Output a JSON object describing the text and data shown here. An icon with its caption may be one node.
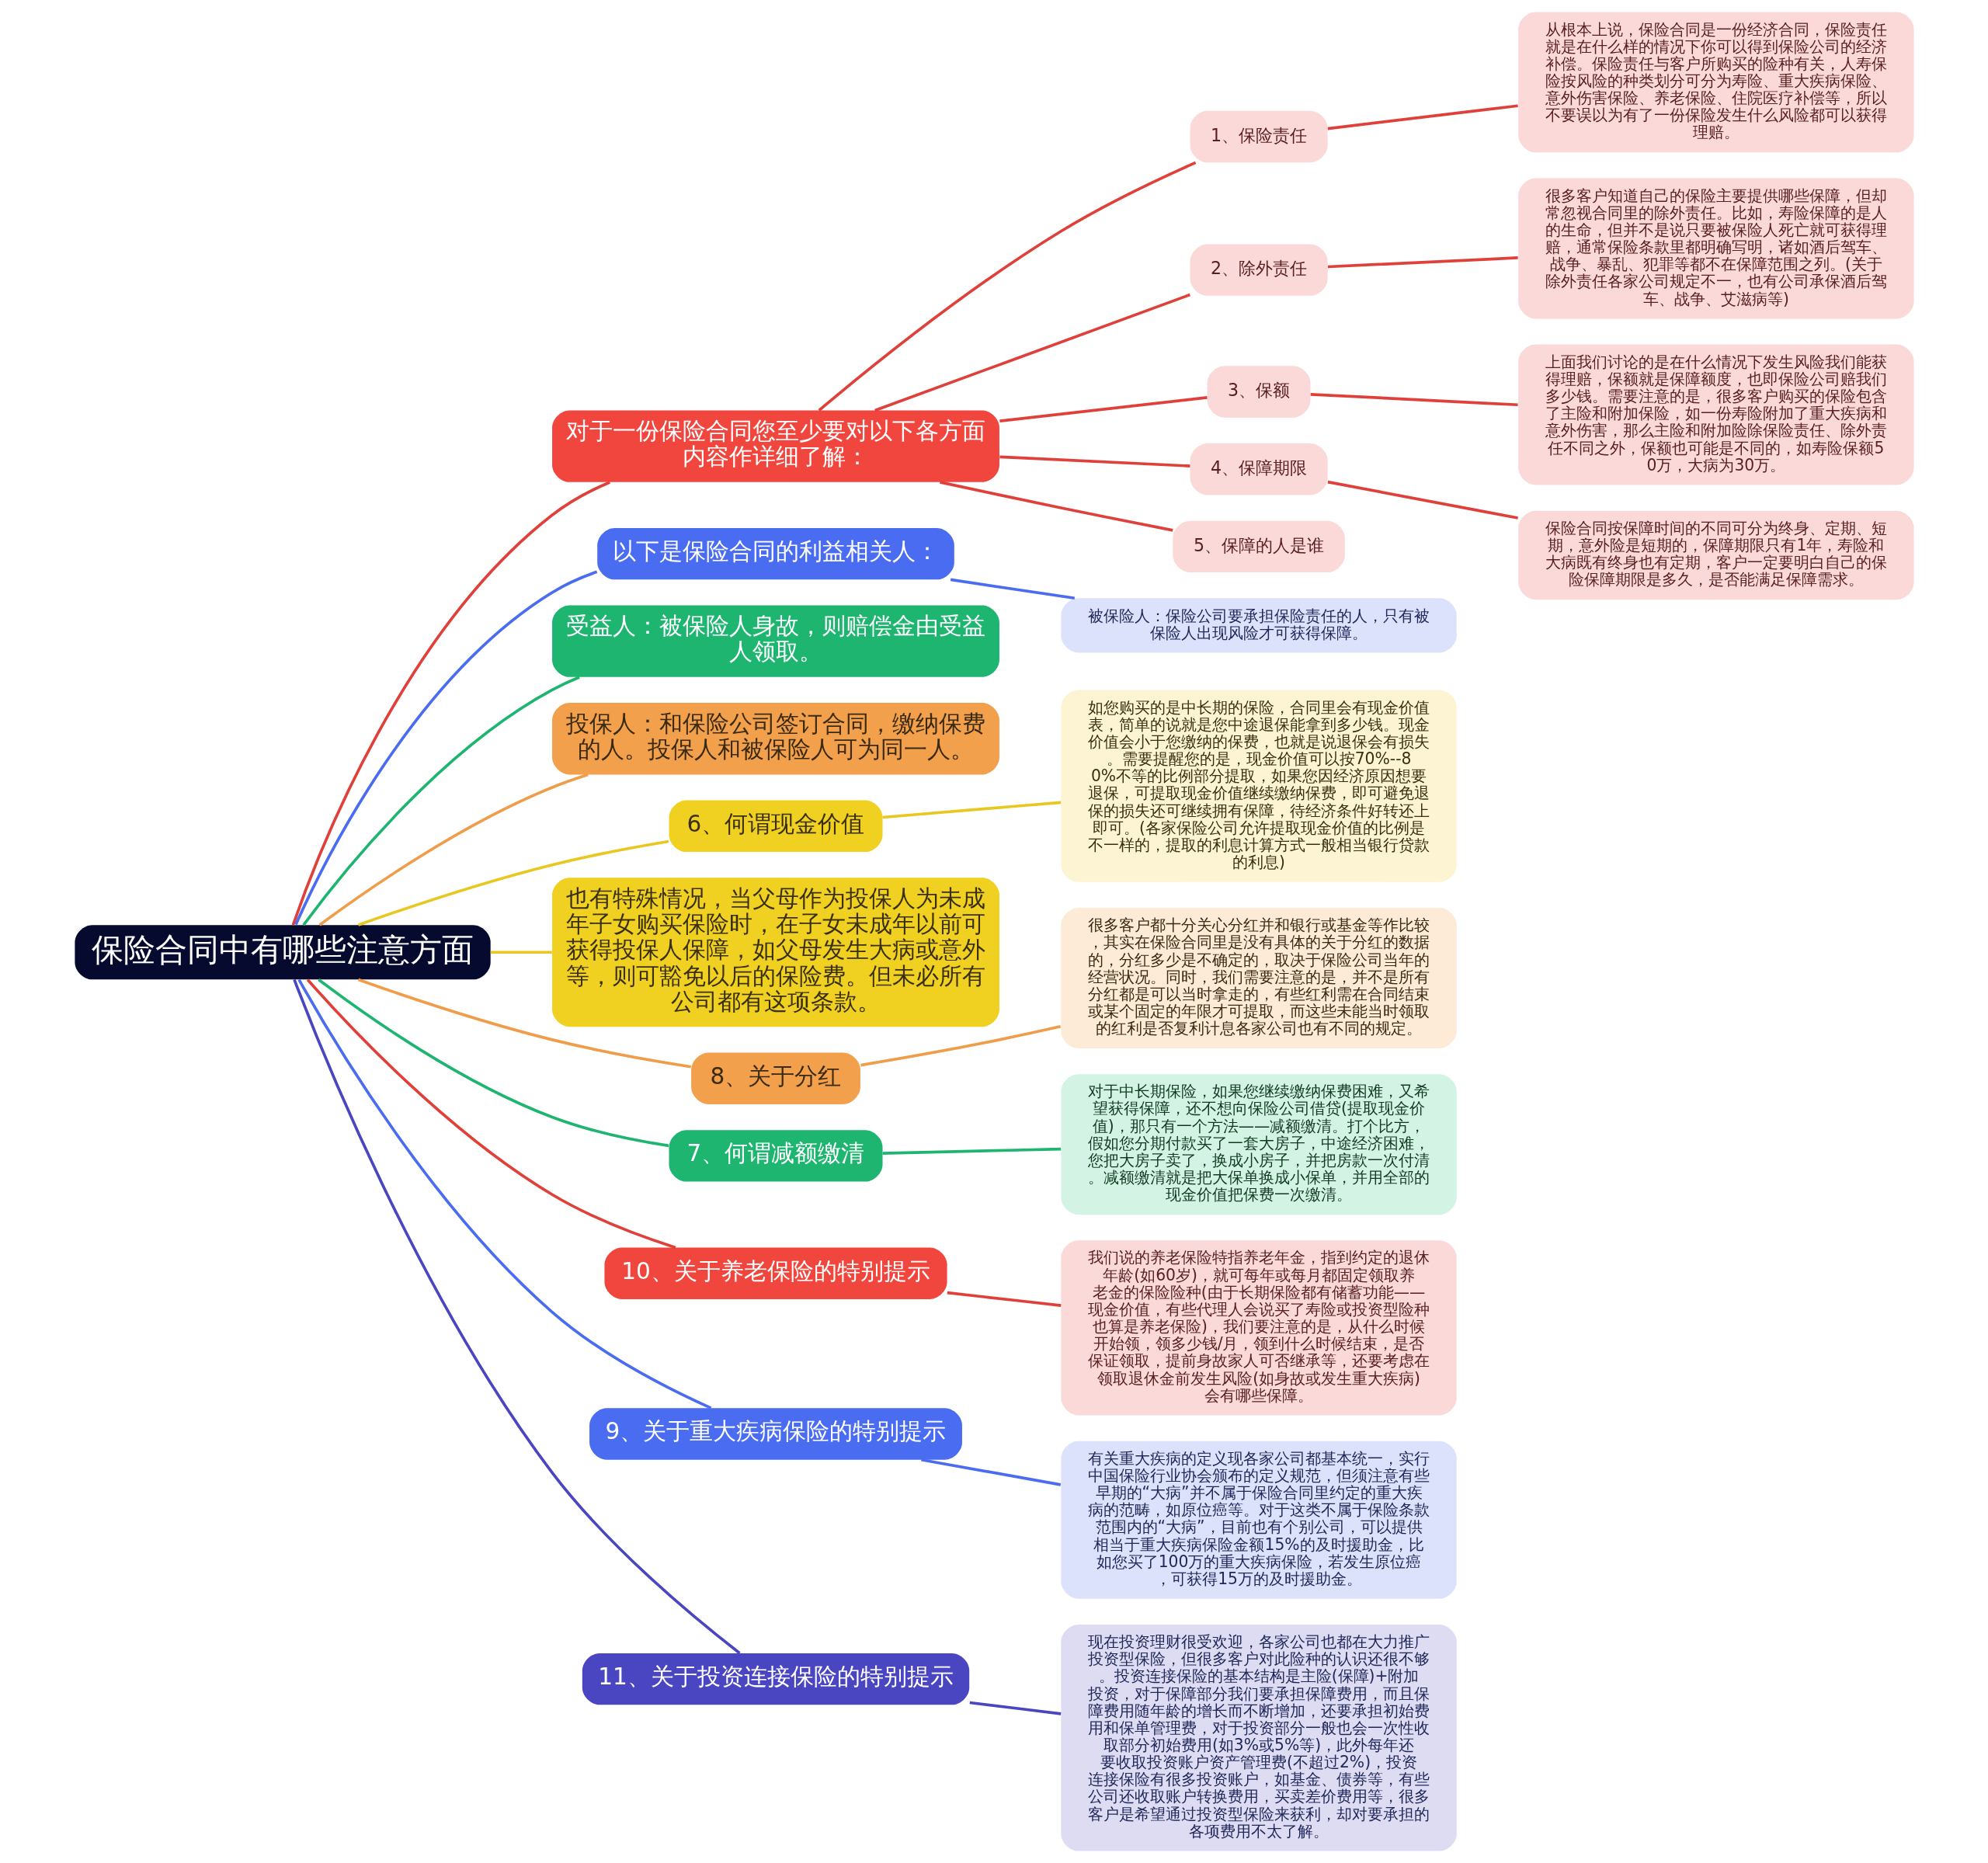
{
  "diagram": {
    "nodes": [
      {
        "text": [
          "保险合同中有哪些注意方面"
        ]
      },
      {
        "text": [
          "对于一份保险合同您至少要对以下各方面内容作详细了解："
        ]
      },
      {
        "text": [
          "1、保险责任"
        ]
      },
      {
        "text": [
          "从根本上说，保险合同是一份经济合同，保险责任就是在什么样的情况下你可以得到保险公司的经济补偿。保险责任与客户所购买的险种有关，人寿保险按风险的种类划分可分为寿险、重大疾病保险、意外伤害保险、养老保险、住院医疗补偿等，所以不要误以为有了一份保险发生什么风险都可以获得理赔。"
        ]
      },
      {
        "text": [
          "2、除外责任"
        ]
      },
      {
        "text": [
          "很多客户知道自己的保险主要提供哪些保障，但却常忽视合同里的除外责任。比如，寿险保障的是人的生命，但并不是说只要被保险人死亡就可获得理赔，通常保险条款里都明确写明，诸如酒后驾车、战争、暴乱、犯罪等都不在保障范围之列。(关于除外责任各家公司规定不一，也有公司承保酒后驾车、战争、艾滋病等)"
        ]
      },
      {
        "text": [
          "3、保额"
        ]
      },
      {
        "text": [
          "上面我们讨论的是在什么情况下发生风险我们能获得理赔，保额就是保障额度，也即保险公司赔我们多少钱。需要注意的是，很多客户购买的保险包含了主险和附加保险，如一份寿险附加了重大疾病和意外伤害，那么主险和附加险除保险责任、除外责任不同之外，保额也可能是不同的，如寿险保额50万，大病为30万。"
        ]
      },
      {
        "text": [
          "4、保障期限"
        ]
      },
      {
        "text": [
          "保险合同按保障时间的不同可分为终身、定期、短期，意外险是短期的，保障期限只有1年，寿险和大病既有终身也有定期，客户一定要明白自己的保险保障期限是多久，是否能满足保障需求。"
        ]
      },
      {
        "text": [
          "5、保障的人是谁"
        ]
      },
      {
        "text": [
          "以下是保险合同的利益相关人："
        ]
      },
      {
        "text": [
          "被保险人：保险公司要承担保险责任的人，只有被保险人出现风险才可获得保障。"
        ]
      },
      {
        "text": [
          "受益人：被保险人身故，则赔偿金由受益人领取。"
        ]
      },
      {
        "text": [
          "投保人：和保险公司签订合同，缴纳保费的人。投保人和被保险人可为同一人。"
        ]
      },
      {
        "text": [
          "6、何谓现金价值"
        ]
      },
      {
        "text": [
          "如您购买的是中长期的保险，合同里会有现金价值表，简单的说就是您中途退保能拿到多少钱。现金价值会小于您缴纳的保费，也就是说退保会有损失。需要提醒您的是，现金价值可以按70%--80%不等的比例部分提取，如果您因经济原因想要退保，可提取现金价值继续缴纳保费，即可避免退保的损失还可继续拥有保障，待经济条件好转还上即可。(各家保险公司允许提取现金价值的比例是不一样的，提取的利息计算方式一般相当银行贷款的利息)"
        ]
      },
      {
        "text": [
          "也有特殊情况，当父母作为投保人为未成年子女购买保险时，在子女未成年以前可获得投保人保障，如父母发生大病或意外等，则可豁免以后的保险费。但未必所有公司都有这项条款。"
        ]
      },
      {
        "text": [
          "8、关于分红"
        ]
      },
      {
        "text": [
          "很多客户都十分关心分红并和银行或基金等作比较，其实在保险合同里是没有具体的关于分红的数据的，分红多少是不确定的，取决于保险公司当年的经营状况。同时，我们需要注意的是，并不是所有分红都是可以当时拿走的，有些红利需在合同结束或某个固定的年限才可提取，而这些未能当时领取的红利是否复利计息各家公司也有不同的规定。"
        ]
      },
      {
        "text": [
          "7、何谓减额缴清"
        ]
      },
      {
        "text": [
          "对于中长期保险，如果您继续缴纳保费困难，又希望获得保障，还不想向保险公司借贷(提取现金价值)，那只有一个方法——减额缴清。打个比方，假如您分期付款买了一套大房子，中途经济困难，您把大房子卖了，换成小房子，并把房款一次付清。减额缴清就是把大保单换成小保单，并用全部的现金价值把保费一次缴清。"
        ]
      },
      {
        "text": [
          "10、关于养老保险的特别提示"
        ]
      },
      {
        "text": [
          "我们说的养老保险特指养老年金，指到约定的退休年龄(如60岁)，就可每年或每月都固定领取养老金的保险险种(由于长期保险都有储蓄功能——现金价值，有些代理人会说买了寿险或投资型险种也算是养老保险)，我们要注意的是，从什么时候开始领，领多少钱/月，领到什么时候结束，是否保证领取，提前身故家人可否继承等，还要考虑在领取退休金前发生风险(如身故或发生重大疾病)会有哪些保障。"
        ]
      },
      {
        "text": [
          "9、关于重大疾病保险的特别提示"
        ]
      },
      {
        "text": [
          "有关重大疾病的定义现各家公司都基本统一，实行中国保险行业协会颁布的定义规范，但须注意有些早期的“大病”并不属于保险合同里约定的重大疾病的范畴，如原位癌等。对于这类不属于保险条款范围内的“大病”，目前也有个别公司，可以提供相当于重大疾病保险金额15%的及时援助金，比如您买了100万的重大疾病保险，若发生原位癌，可获得15万的及时援助金。"
        ]
      },
      {
        "text": [
          "11、关于投资连接保险的特别提示"
        ]
      },
      {
        "text": [
          "现在投资理财很受欢迎，各家公司也都在大力推广投资型保险，但很多客户对此险种的认识还很不够。投资连接保险的基本结构是主险(保障)+附加投资，对于保障部分我们要承担保障费用，而且保障费用随年龄的增长而不断增加，还要承担初始费用和保单管理费，对于投资部分一般也会一次性收取部分初始费用(如3%或5%等)，此外每年还要收取投资账户资产管理费(不超过2%)，投资连接保险有很多投资账户，如基金、债券等，有些公司还收取账户转换费用，买卖差价费用等，很多客户是希望通过投资型保险来获利，却对要承担的各项费用不太了解。"
        ]
      }
    ],
    "edges": [
      {
        "from": 0,
        "to": 1,
        "arrow": "none",
        "color": "#e0403a"
      },
      {
        "from": 1,
        "to": 2,
        "arrow": "none",
        "color": "#e0403a"
      },
      {
        "from": 2,
        "to": 3,
        "arrow": "none",
        "color": "#e0403a"
      },
      {
        "from": 1,
        "to": 4,
        "arrow": "none",
        "color": "#e0403a"
      },
      {
        "from": 4,
        "to": 5,
        "arrow": "none",
        "color": "#e0403a"
      },
      {
        "from": 1,
        "to": 6,
        "arrow": "none",
        "color": "#e0403a"
      },
      {
        "from": 6,
        "to": 7,
        "arrow": "none",
        "color": "#e0403a"
      },
      {
        "from": 1,
        "to": 8,
        "arrow": "none",
        "color": "#e0403a"
      },
      {
        "from": 8,
        "to": 9,
        "arrow": "none",
        "color": "#e0403a"
      },
      {
        "from": 1,
        "to": 10,
        "arrow": "none",
        "color": "#e0403a"
      },
      {
        "from": 0,
        "to": 11,
        "arrow": "none",
        "color": "#4a6cf0"
      },
      {
        "from": 11,
        "to": 12,
        "arrow": "none",
        "color": "#4a6cf0"
      },
      {
        "from": 0,
        "to": 13,
        "arrow": "none",
        "color": "#1db56f"
      },
      {
        "from": 0,
        "to": 14,
        "arrow": "none",
        "color": "#ef9d4a"
      },
      {
        "from": 0,
        "to": 15,
        "arrow": "none",
        "color": "#e8c820"
      },
      {
        "from": 15,
        "to": 16,
        "arrow": "none",
        "color": "#e8c820"
      },
      {
        "from": 0,
        "to": 17,
        "arrow": "none",
        "color": "#e8c820"
      },
      {
        "from": 0,
        "to": 18,
        "arrow": "none",
        "color": "#ef9d4a"
      },
      {
        "from": 18,
        "to": 19,
        "arrow": "none",
        "color": "#ef9d4a"
      },
      {
        "from": 0,
        "to": 20,
        "arrow": "none",
        "color": "#1db56f"
      },
      {
        "from": 20,
        "to": 21,
        "arrow": "none",
        "color": "#1db56f"
      },
      {
        "from": 0,
        "to": 22,
        "arrow": "none",
        "color": "#e0403a"
      },
      {
        "from": 22,
        "to": 23,
        "arrow": "none",
        "color": "#e0403a"
      },
      {
        "from": 0,
        "to": 24,
        "arrow": "none",
        "color": "#4a6cf0"
      },
      {
        "from": 24,
        "to": 25,
        "arrow": "none",
        "color": "#4a6cf0"
      },
      {
        "from": 0,
        "to": 26,
        "arrow": "none",
        "color": "#4a45c0"
      },
      {
        "from": 26,
        "to": 27,
        "arrow": "none",
        "color": "#4a45c0"
      }
    ]
  }
}
